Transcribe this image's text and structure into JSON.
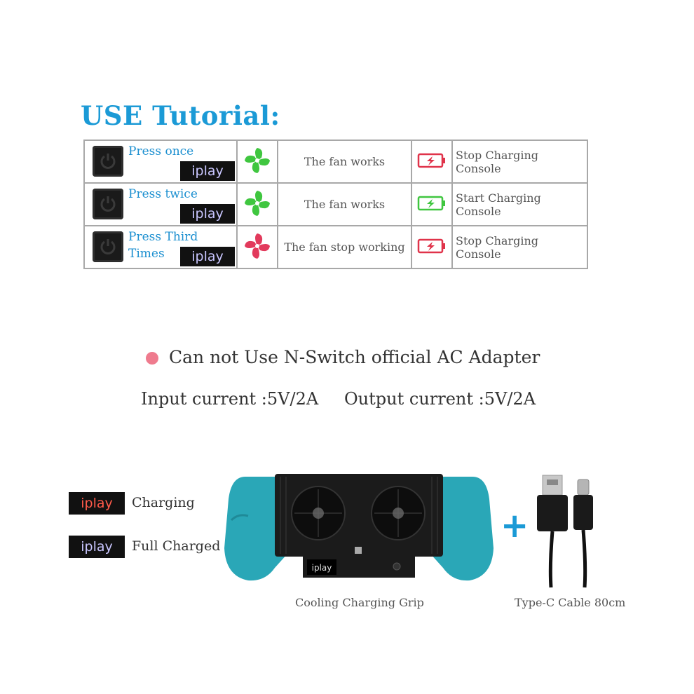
{
  "title": "USE Tutorial:",
  "rows": [
    {
      "press": "Press once",
      "press2": "",
      "fan_color": "#3fc63f",
      "fan_text": "The fan works",
      "batt_color": "#e0334a",
      "charge_text": "Stop Charging Console"
    },
    {
      "press": "Press twice",
      "press2": "",
      "fan_color": "#3fc63f",
      "fan_text": "The fan works",
      "batt_color": "#3fc63f",
      "charge_text": "Start Charging Console"
    },
    {
      "press": "Press Third",
      "press2": "Times",
      "fan_color": "#e23a5c",
      "fan_text": "The fan stop working",
      "batt_color": "#e0334a",
      "charge_text": "Stop Charging Console"
    }
  ],
  "brand": "iplay",
  "notice": "Can not Use N-Switch official AC Adapter",
  "input_current": "Input current :5V/2A",
  "output_current": "Output current :5V/2A",
  "leds": [
    {
      "brand": "iplay",
      "color": "#ff5a4a",
      "label": "Charging"
    },
    {
      "brand": "iplay",
      "color": "#c9c6ff",
      "label": "Full Charged"
    }
  ],
  "grip_caption": "Cooling Charging Grip",
  "cable_caption": "Type-C Cable 80cm",
  "plus": "+",
  "colors": {
    "accent": "#1b9ad6",
    "grip": "#2aa7b7",
    "dot": "#ef7b8e"
  }
}
